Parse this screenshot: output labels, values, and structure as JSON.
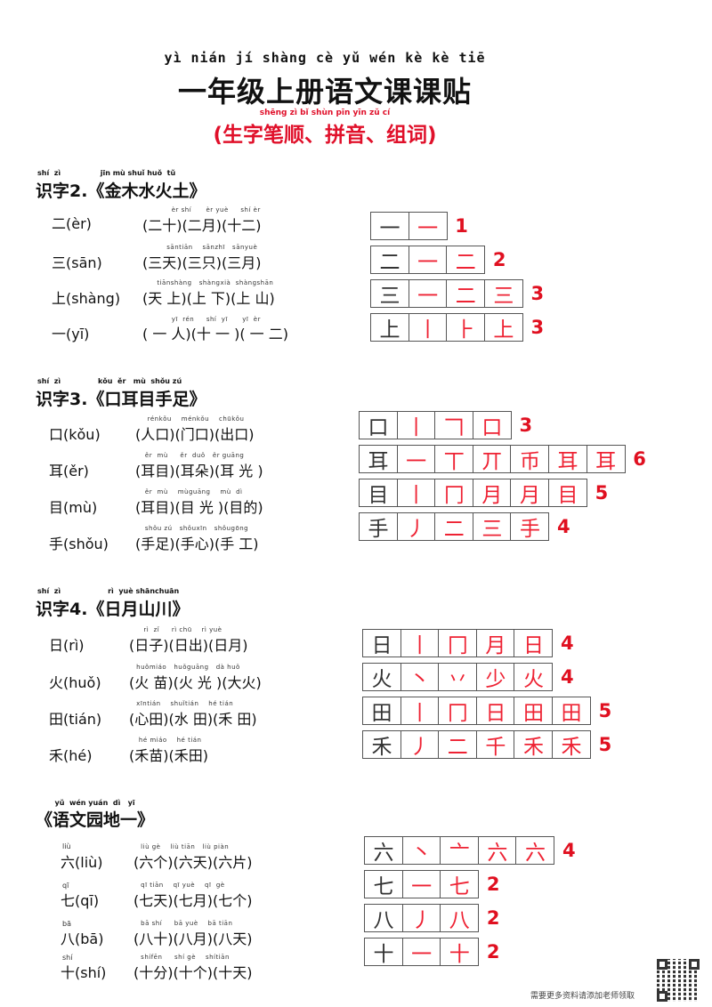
{
  "header": {
    "title_pinyin": "yì nián jí shàng cè  yǔ wén kè  kè tiē",
    "title": "一年级上册语文课课贴",
    "subtitle_pinyin": "shēng zì  bǐ  shùn       pīn yīn       zǔ  cí",
    "subtitle": "(生字笔顺、拼音、组词)"
  },
  "sections": [
    {
      "pinyin": "shí  zì                jīn mù shuǐ huǒ  tǔ",
      "title": "识字2.《金木水火土》",
      "rows": [
        {
          "char_py": "",
          "char": "二(èr)",
          "words_py": "            èr shí      èr yuè     shí èr",
          "words": "(二十)(二月)(十二)"
        },
        {
          "char_py": "",
          "char": "三(sān)",
          "words_py": "          sāntiān    sānzhī   sānyuè",
          "words": "(三天)(三只)(三月)"
        },
        {
          "char_py": "",
          "char": "上(shàng)",
          "words_py": "      tiānshàng   shàngxià  shàngshān",
          "words": "(天 上)(上 下)(上 山)"
        },
        {
          "char_py": "",
          "char": "一(yī)",
          "words_py": "            yī  rén     shí  yī      yī  èr",
          "words": "( 一 人)(十 一 )( 一 二)"
        }
      ],
      "strokes": [
        {
          "cells": [
            "一",
            "一"
          ],
          "count": "1"
        },
        {
          "cells": [
            "二",
            "一",
            "二"
          ],
          "count": "2"
        },
        {
          "cells": [
            "三",
            "一",
            "二",
            "三"
          ],
          "count": "3"
        },
        {
          "cells": [
            "上",
            "丨",
            "⺊",
            "上"
          ],
          "count": "3"
        }
      ]
    },
    {
      "pinyin": "shí  zì               kǒu  ěr   mù  shǒu zú",
      "title": "识字3.《口耳目手足》",
      "rows": [
        {
          "char": "口(kǒu)",
          "words_py": "     rénkǒu    ménkǒu    chūkǒu",
          "words": "(人口)(门口)(出口)"
        },
        {
          "char": "耳(ěr)",
          "words_py": "    ěr  mù     ěr  duǒ   ěr guāng",
          "words": "(耳目)(耳朵)(耳 光 )"
        },
        {
          "char": "目(mù)",
          "words_py": "    ěr  mù    mùguāng    mù  dì",
          "words": "(耳目)(目 光 )(目的)"
        },
        {
          "char": "手(shǒu)",
          "words_py": "    shǒu zú   shǒuxīn   shǒugōng",
          "words": "(手足)(手心)(手 工)"
        }
      ],
      "strokes": [
        {
          "cells": [
            "口",
            "丨",
            "𠃍",
            "口"
          ],
          "count": "3"
        },
        {
          "cells": [
            "耳",
            "一",
            "丅",
            "丌",
            "币",
            "耳",
            "耳"
          ],
          "count": "6"
        },
        {
          "cells": [
            "目",
            "丨",
            "冂",
            "月",
            "月",
            "目"
          ],
          "count": "5"
        },
        {
          "cells": [
            "手",
            "丿",
            "二",
            "三",
            "手"
          ],
          "count": "4"
        }
      ]
    },
    {
      "pinyin": "shí  zì                   rì  yuè shānchuān",
      "title": "识字4.《日月山川》",
      "rows": [
        {
          "char": "日(rì)",
          "words_py": "      rì  zǐ     rì chū    rì yuè",
          "words": "(日子)(日出)(日月)"
        },
        {
          "char": "火(huǒ)",
          "words_py": "   huǒmiáo   huǒguāng   dà huǒ",
          "words": "(火 苗)(火 光 )(大火)"
        },
        {
          "char": "田(tián)",
          "words_py": "   xīntián    shuǐtián    hé tián",
          "words": "(心田)(水 田)(禾 田)"
        },
        {
          "char": "禾(hé)",
          "words_py": "    hé miáo    hé tián",
          "words": "(禾苗)(禾田)"
        }
      ],
      "strokes": [
        {
          "cells": [
            "日",
            "丨",
            "冂",
            "月",
            "日"
          ],
          "count": "4"
        },
        {
          "cells": [
            "火",
            "丶",
            "丷",
            "少",
            "火"
          ],
          "count": "4"
        },
        {
          "cells": [
            "田",
            "丨",
            "冂",
            "日",
            "田",
            "田"
          ],
          "count": "5"
        },
        {
          "cells": [
            "禾",
            "丿",
            "二",
            "千",
            "禾",
            "禾"
          ],
          "count": "5"
        }
      ]
    },
    {
      "pinyin": "       yǔ  wén yuán  dì   yī",
      "title": "《语文园地一》",
      "rows": [
        {
          "char_py": "liù",
          "char": "六(liù)",
          "words_py": "   liù gè    liù tiān   liù piàn",
          "words": "(六个)(六天)(六片)"
        },
        {
          "char_py": "qī",
          "char": "七(qī)",
          "words_py": "   qī tiān    qī yuè    qī  gè",
          "words": "(七天)(七月)(七个)"
        },
        {
          "char_py": "bā",
          "char": "八(bā)",
          "words_py": "   bā shí     bā yuè    bā tiān",
          "words": "(八十)(八月)(八天)"
        },
        {
          "char_py": "shí",
          "char": "十(shí)",
          "words_py": "   shífēn     shí gè    shítiān",
          "words": "(十分)(十个)(十天)"
        }
      ],
      "strokes": [
        {
          "cells": [
            "六",
            "丶",
            "亠",
            "六",
            "六"
          ],
          "count": "4"
        },
        {
          "cells": [
            "七",
            "一",
            "七"
          ],
          "count": "2"
        },
        {
          "cells": [
            "八",
            "丿",
            "八"
          ],
          "count": "2"
        },
        {
          "cells": [
            "十",
            "一",
            "十"
          ],
          "count": "2"
        }
      ]
    }
  ],
  "footer": {
    "text": "需要更多资料请添加老师领取"
  },
  "colors": {
    "accent": "#e01020",
    "grid_border": "#555555"
  }
}
